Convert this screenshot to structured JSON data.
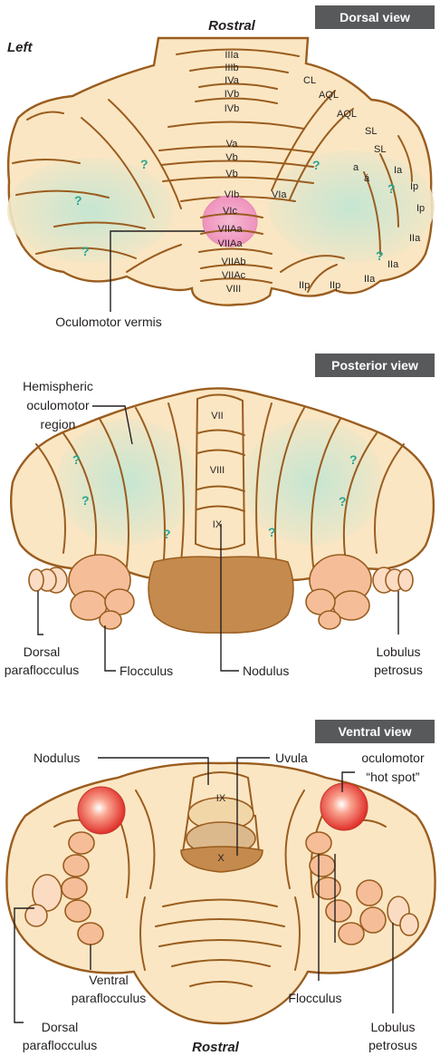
{
  "colors": {
    "outline": "#9a5d1f",
    "tissue": "#fbe6c3",
    "green_region": "#c9ead9",
    "question_mark": "#2aa58f",
    "hotspot": "#e94b3c",
    "vermis_highlight": "#f2a7c7",
    "header_bg": "#58595b",
    "flocculus": "#f5be99",
    "nodulus_brown": "#c48a4e"
  },
  "dorsal": {
    "header": "Dorsal view",
    "top_label": "Rostral",
    "side_label": "Left",
    "lobules": [
      "IIIa",
      "IIIb",
      "IVa",
      "IVb",
      "IVb",
      "Va",
      "Vb",
      "Vb",
      "VIb",
      "VIc",
      "VIIAa",
      "VIIAa",
      "VIIAb",
      "VIIAc",
      "VIII"
    ],
    "right_labels": [
      "CL",
      "AQL",
      "AQL",
      "SL",
      "SL",
      "a",
      "á",
      "Ia",
      "Ip",
      "Ip",
      "IIa",
      "IIa",
      "IIa",
      "IIp",
      "IIp",
      "VIa"
    ],
    "callout": "Oculomotor vermis",
    "qmark": "?"
  },
  "posterior": {
    "header": "Posterior view",
    "lobules": [
      "VII",
      "VIII",
      "IX"
    ],
    "callout_hemispheric": "Hemispheric oculomotor region",
    "callout_hemispheric_lines": [
      "Hemispheric",
      "oculomotor",
      "region"
    ],
    "dorsal_parafloc_lines": [
      "Dorsal",
      "paraflocculus"
    ],
    "flocculus": "Flocculus",
    "nodulus": "Nodulus",
    "lobulus_lines": [
      "Lobulus",
      "petrosus"
    ],
    "qmark": "?"
  },
  "ventral": {
    "header": "Ventral view",
    "nodulus": "Nodulus",
    "uvula": "Uvula",
    "hotspot_lines": [
      "oculomotor",
      "“hot spot”"
    ],
    "lobules": [
      "IX",
      "X"
    ],
    "ventral_parafloc_lines": [
      "Ventral",
      "paraflocculus"
    ],
    "flocculus": "Flocculus",
    "dorsal_parafloc_lines": [
      "Dorsal",
      "paraflocculus"
    ],
    "lobulus_lines": [
      "Lobulus",
      "petrosus"
    ],
    "bottom_label": "Rostral"
  }
}
